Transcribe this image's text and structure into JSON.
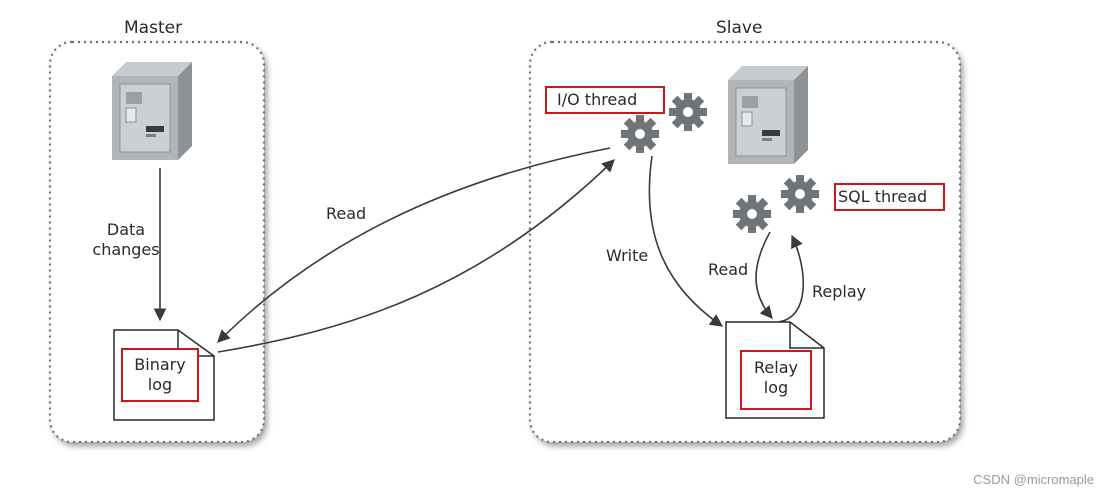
{
  "master": {
    "title": "Master",
    "data_changes_line1": "Data",
    "data_changes_line2": "changes",
    "binary_log_line1": "Binary",
    "binary_log_line2": "log"
  },
  "slave": {
    "title": "Slave",
    "io_thread": "I/O thread",
    "sql_thread": "SQL thread",
    "relay_log_line1": "Relay",
    "relay_log_line2": "log"
  },
  "edges": {
    "read_main": "Read",
    "write": "Write",
    "read_relay": "Read",
    "replay": "Replay"
  },
  "watermark": "CSDN @micromaple",
  "colors": {
    "highlight_red": "#d0141d",
    "line": "#3a3a3a",
    "dotted_border": "#6f6f6f",
    "gear": "#6e7478",
    "server": "#a9aeb1"
  }
}
